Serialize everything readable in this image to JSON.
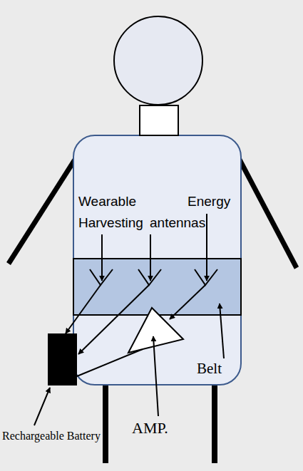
{
  "diagram": {
    "labels": [
      "Wearable",
      "Energy",
      "Harvesting",
      "antennas",
      "Belt",
      "AMP.",
      "Rechargeable Battery"
    ]
  }
}
